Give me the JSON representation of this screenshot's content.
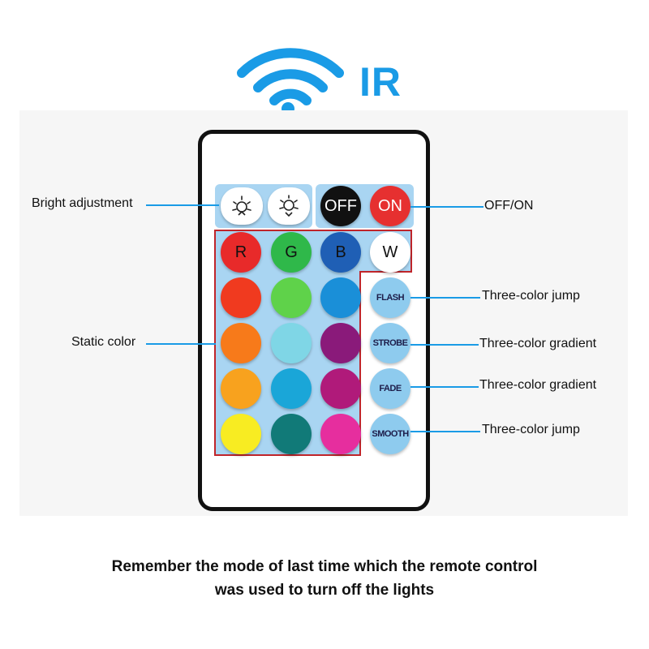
{
  "header": {
    "title": "IR",
    "color": "#1a9be6",
    "icon": "wifi-icon"
  },
  "remote": {
    "bright_buttons": [
      {
        "name": "brightness-up-icon"
      },
      {
        "name": "brightness-down-icon"
      }
    ],
    "power_buttons": [
      {
        "label": "OFF",
        "color": "#111111"
      },
      {
        "label": "ON",
        "color": "#e63030"
      }
    ],
    "rgbw_buttons": [
      {
        "label": "R",
        "color": "#e82a2a"
      },
      {
        "label": "G",
        "color": "#2fb84a"
      },
      {
        "label": "B",
        "color": "#1f5fb5"
      },
      {
        "label": "W",
        "color": "#ffffff"
      }
    ],
    "color_rows": [
      [
        "#f03a1f",
        "#5fd24a",
        "#1a8fd8"
      ],
      [
        "#f77a1a",
        "#7fd6e6",
        "#8a1a7a"
      ],
      [
        "#f8a21e",
        "#1aa6d8",
        "#b01a7a"
      ],
      [
        "#f8ec22",
        "#117a78",
        "#e62e9e"
      ]
    ],
    "mode_buttons": [
      {
        "label": "FLASH"
      },
      {
        "label": "STROBE"
      },
      {
        "label": "FADE"
      },
      {
        "label": "SMOOTH"
      }
    ]
  },
  "callouts": {
    "bright": "Bright adjustment",
    "static": "Static color",
    "power": "OFF/ON",
    "flash": "Three-color jump",
    "strobe": "Three-color gradient",
    "fade": "Three-color gradient",
    "smooth": "Three-color jump"
  },
  "footer": {
    "line1": "Remember the mode of last time which the remote control",
    "line2": "was used to turn off the lights"
  }
}
